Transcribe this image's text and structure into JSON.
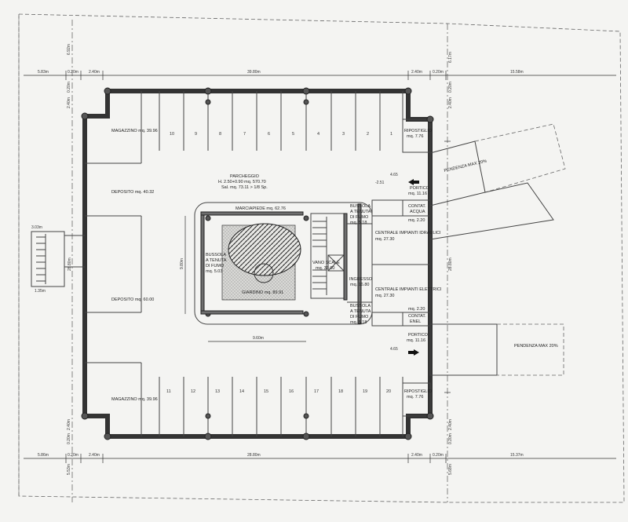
{
  "dims": {
    "top_left": "5.83m",
    "top_a": "0.20m",
    "top_b": "2.40m",
    "top_mid": "39.80m",
    "top_c": "2.40m",
    "top_d": "0.20m",
    "top_right": "15.58m",
    "bot_left": "5.86m",
    "bot_a": "0.20m",
    "bot_b": "2.40m",
    "bot_mid": "28.80m",
    "bot_c": "2.40m",
    "bot_d": "0.20m",
    "bot_right": "15.37m",
    "v_top_left": "6.92m",
    "v_top_right": "6.17m",
    "v_left_a": "0.20m",
    "v_left_b": "2.40m",
    "v_right_a": "0.20m",
    "v_right_b": "2.40m",
    "v_bot_left_a": "2.40m",
    "v_bot_left_b": "0.20m",
    "v_bot_right_a": "2.40m",
    "v_bot_right_b": "0.20m",
    "v_bot_left": "5.53m",
    "v_bot_right": "5.68m",
    "right_total": "28.80m",
    "stair_w": "3.03m",
    "stair_b": "1.35m",
    "stair_h": "28.80m",
    "center_h": "9.80m",
    "center_w": "9.60m"
  },
  "rooms": {
    "magazzino_top": "MAGAZZINO mq. 39.96",
    "deposito_top": "DEPOSITO mq. 40.32",
    "deposito_bot": "DEPOSITO mq. 60.00",
    "magazzino_bot": "MAGAZZINO mq. 39.96",
    "parcheggio_1": "PARCHEGGIO",
    "parcheggio_2": "H. 2.50+0.90      mq. 570.70",
    "parcheggio_3": "Sal. mq. 73.11 > 1/8 Sp.",
    "marciapiede": "MARCIAPIEDE mq. 62.76",
    "giardino": "GIARDINO mq. 89.91",
    "bussola_left_1": "BUSSOLA",
    "bussola_left_2": "A TENUTA",
    "bussola_left_3": "DI FUMO",
    "bussola_left_4": "mq. 5.03",
    "bussola_top_1": "BUSSOLA",
    "bussola_top_2": "A TENUTA",
    "bussola_top_3": "DI FUMO",
    "bussola_top_4": "mq. 5.18",
    "bussola_bot_1": "BUSSOLA",
    "bussola_bot_2": "A TENUTA",
    "bussola_bot_3": "DI FUMO",
    "bussola_bot_4": "mq. 5.18",
    "vano_scale_1": "VANO SCALE",
    "vano_scale_2": "mq. 33.00",
    "ingresso_1": "INGRESSO",
    "ingresso_2": "mq. 16.80",
    "ripostiglio_top_1": "RIPOSTIGLIO",
    "ripostiglio_top_2": "mq. 7.76",
    "ripostiglio_bot_1": "RIPOSTIGLIO",
    "ripostiglio_bot_2": "mq. 7.76",
    "portico_top_1": "PORTICO",
    "portico_top_2": "mq. 11.16",
    "portico_bot_1": "PORTICO",
    "portico_bot_2": "mq. 11.16",
    "contat_acqua_1": "CONTAT.",
    "contat_acqua_2": "ACQUA",
    "contat_acqua_3": "mq. 2.20",
    "contat_enel_1": "CONTAT.",
    "contat_enel_2": "ENEL",
    "contat_enel_3": "mq. 2.20",
    "idraulici_1": "CENTRALE IMPIANTI IDRAULICI",
    "idraulici_2": "mq. 27.30",
    "elettrici_1": "CENTRALE IMPIANTI ELETTRICI",
    "elettrici_2": "mq. 27.30",
    "pendenza_top": "PENDENZA MAX 20%",
    "pendenza_bot": "PENDENZA MAX 20%",
    "level_top": "4.65",
    "level_bot": "4.65",
    "level_mid": "-2.51"
  },
  "spaces_top": [
    "10",
    "9",
    "8",
    "7",
    "6",
    "5",
    "4",
    "3",
    "2",
    "1"
  ],
  "spaces_bot": [
    "11",
    "12",
    "13",
    "14",
    "15",
    "16",
    "17",
    "18",
    "19",
    "20"
  ]
}
